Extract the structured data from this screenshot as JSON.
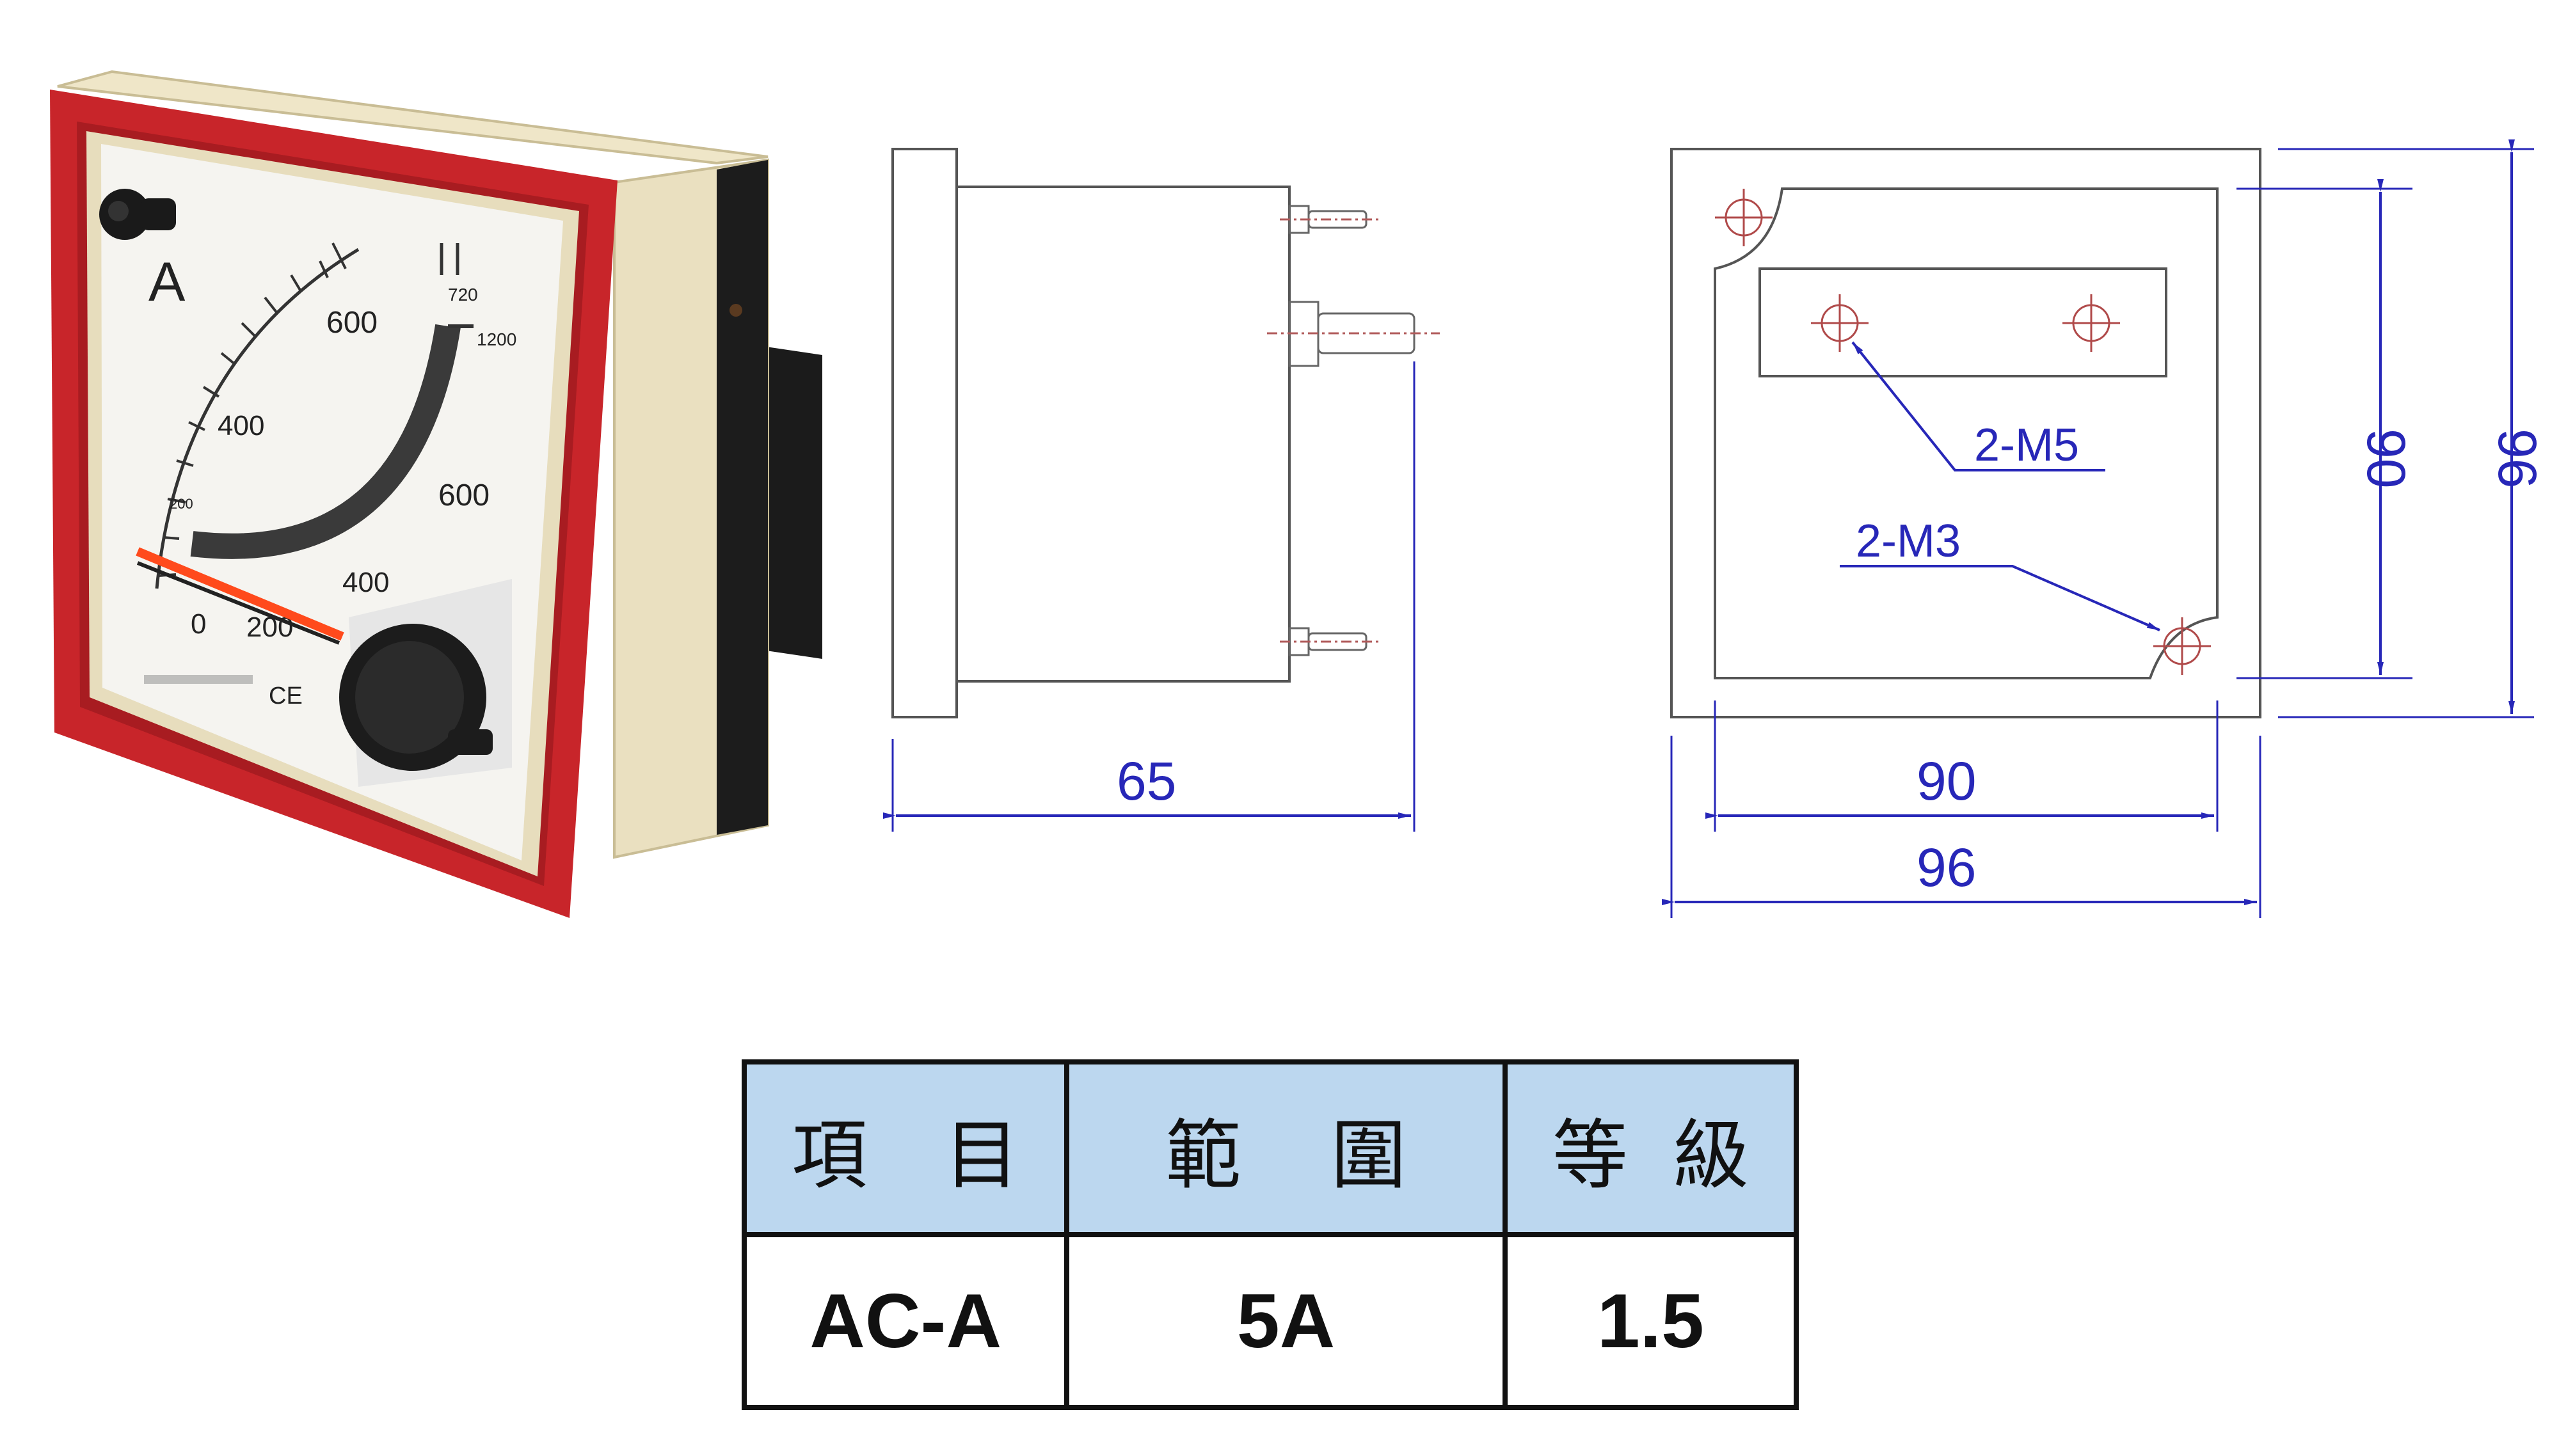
{
  "meter": {
    "unit_label": "A",
    "scale_marks": [
      "0",
      "200",
      "400",
      "600"
    ],
    "outer_marks": [
      "720",
      "1200"
    ],
    "overload_marks": [
      "200",
      "400",
      "600"
    ],
    "brand_mark": "CE"
  },
  "side_view": {
    "depth_label": "65"
  },
  "front_view": {
    "inner_width_label": "90",
    "outer_width_label": "96",
    "inner_height_label": "90",
    "outer_height_label": "96",
    "stud_label": "2-M5",
    "screw_label": "2-M3"
  },
  "spec_table": {
    "headers": [
      [
        "項",
        "目"
      ],
      [
        "範",
        "圍"
      ],
      [
        "等",
        "級"
      ]
    ],
    "row": [
      "AC-A",
      "5A",
      "1.5"
    ]
  },
  "colors": {
    "frame_red": "#c8252a",
    "dimension_blue": "#2727b8",
    "header_blue": "#bcd7ef",
    "needle_orange": "#ff4a1c"
  }
}
